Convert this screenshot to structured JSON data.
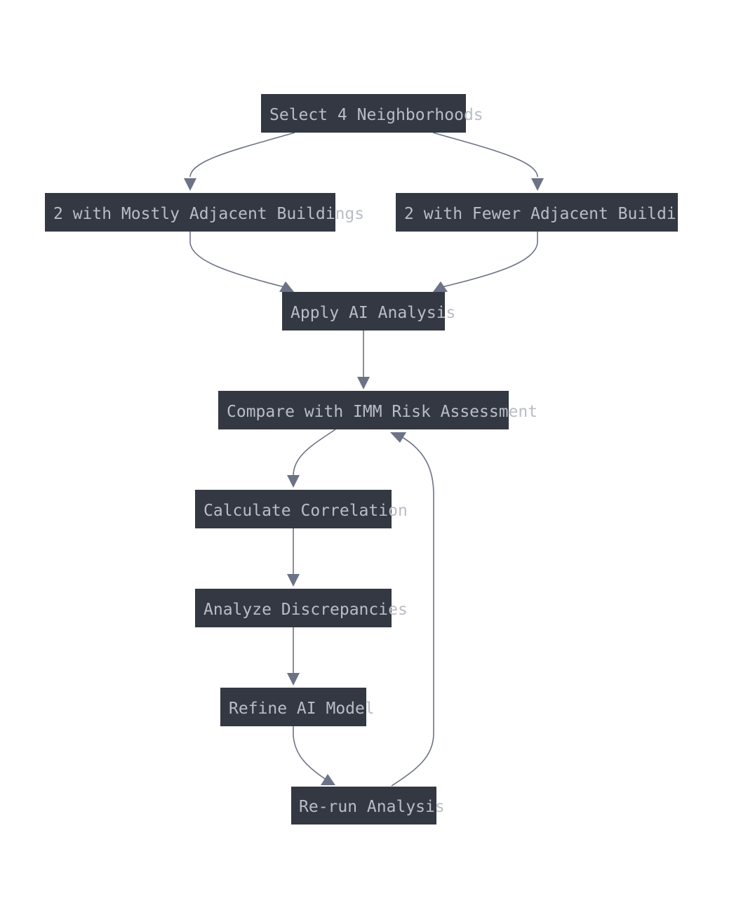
{
  "diagram": {
    "nodes": [
      {
        "id": "select",
        "label": "Select 4 Neighborhoods"
      },
      {
        "id": "mostly",
        "label": "2 with Mostly Adjacent Buildings"
      },
      {
        "id": "fewer",
        "label": "2 with Fewer Adjacent Buildi"
      },
      {
        "id": "apply",
        "label": "Apply AI Analysis"
      },
      {
        "id": "compare",
        "label": "Compare with IMM Risk Assessment"
      },
      {
        "id": "calc",
        "label": "Calculate Correlation"
      },
      {
        "id": "analyze",
        "label": "Analyze Discrepancies"
      },
      {
        "id": "refine",
        "label": "Refine AI Model"
      },
      {
        "id": "rerun",
        "label": "Re-run Analysis"
      }
    ],
    "edges": [
      {
        "from": "select",
        "to": "mostly"
      },
      {
        "from": "select",
        "to": "fewer"
      },
      {
        "from": "mostly",
        "to": "apply"
      },
      {
        "from": "fewer",
        "to": "apply"
      },
      {
        "from": "apply",
        "to": "compare"
      },
      {
        "from": "compare",
        "to": "calc"
      },
      {
        "from": "calc",
        "to": "analyze"
      },
      {
        "from": "analyze",
        "to": "refine"
      },
      {
        "from": "refine",
        "to": "rerun"
      },
      {
        "from": "rerun",
        "to": "compare"
      }
    ],
    "colors": {
      "node_fill": "#343843",
      "node_text": "#b9bdc6",
      "edge": "#6c7386",
      "background": "#ffffff"
    }
  }
}
